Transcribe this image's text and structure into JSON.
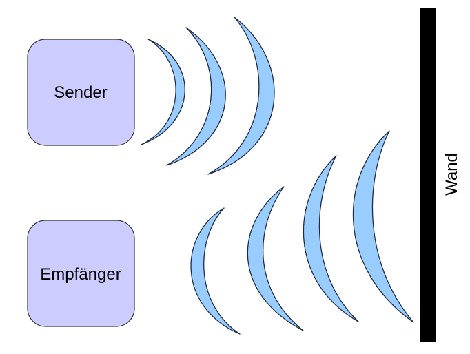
{
  "sender": {
    "label": "Sender"
  },
  "receiver": {
    "label": "Empfänger"
  },
  "wall": {
    "label": "Wand"
  },
  "colors": {
    "box_fill": "#ccccff",
    "wave_fill": "#99ccff",
    "wall": "#000000"
  }
}
